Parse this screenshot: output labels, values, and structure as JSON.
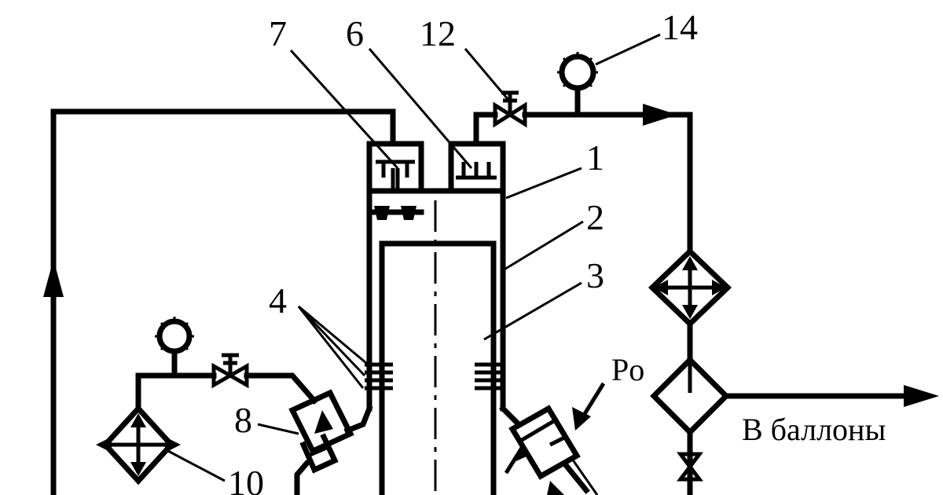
{
  "labels": {
    "l1": "1",
    "l2": "2",
    "l3": "3",
    "l4": "4",
    "l6": "6",
    "l7": "7",
    "l8": "8",
    "l10": "10",
    "l12": "12",
    "l14": "14",
    "po": "Po",
    "outlet": "В баллоны"
  },
  "components": {
    "gauge_top": "pressure-gauge-icon",
    "gauge_left": "pressure-gauge-icon",
    "valve_top": "shutoff-valve-icon",
    "valve_left": "shutoff-valve-icon",
    "heat_exchanger_right": "heat-exchanger-icon",
    "heat_exchanger_left": "heat-exchanger-icon",
    "filter_right": "filter-icon",
    "relief_valve_8": "relief-valve-icon",
    "relief_valve_po": "relief-valve-icon"
  }
}
